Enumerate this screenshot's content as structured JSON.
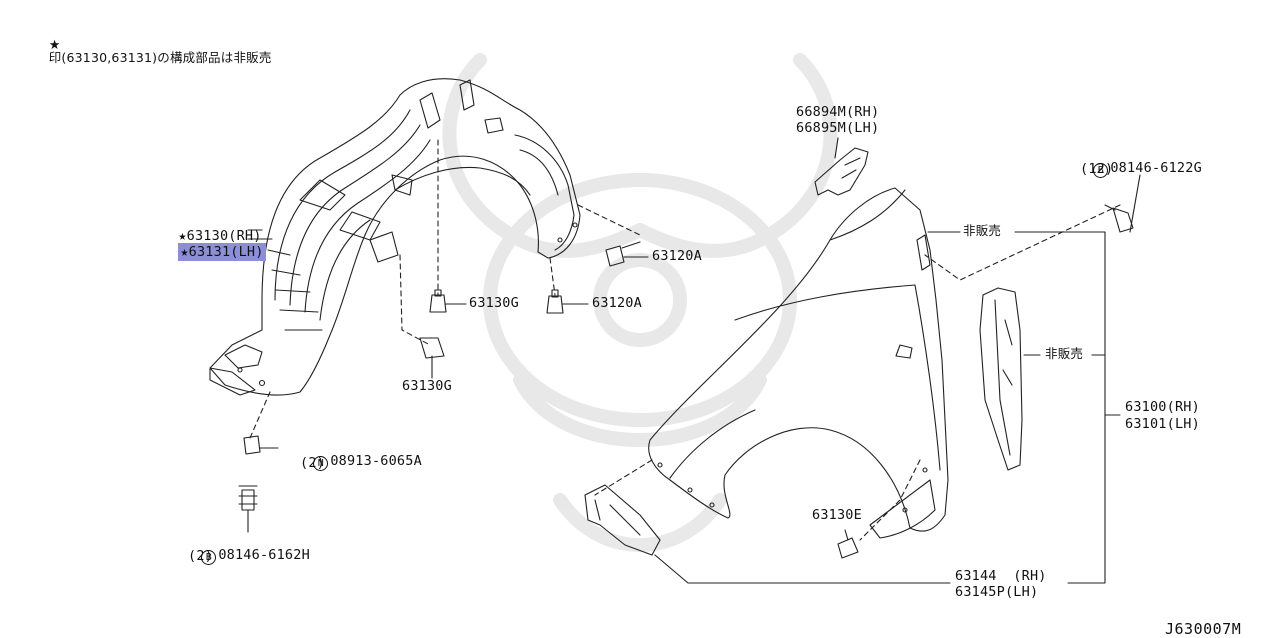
{
  "note": {
    "star": "★",
    "text": "印(63130,63131)の構成部品は非販売"
  },
  "diagram_code": "J630007M",
  "watermark": "samurai-helmet-watermark",
  "parts": {
    "liner_rh": "63130(RH)",
    "liner_lh": "63131(LH)",
    "star": "★",
    "clip_63120a_upper": "63120A",
    "clip_63120a_lower": "63120A",
    "clip_63130g_upper": "63130G",
    "clip_63130g_lower": "63130G",
    "nut_code": "08913-6065A",
    "nut_code_symbol": "N",
    "nut_qty": "(2)",
    "bolt_lower_code": "08146-6162H",
    "bolt_lower_symbol": "B",
    "bolt_lower_qty": "(2)",
    "bolt_upper_code": "08146-6122G",
    "bolt_upper_symbol": "B",
    "bolt_upper_qty": "(12)",
    "bracket_rh": "66894M(RH)",
    "bracket_lh": "66895M(LH)",
    "not_sold_upper": "非販売",
    "not_sold_mid": "非販売",
    "fender_rh": "63100(RH)",
    "fender_lh": "63101(LH)",
    "clip_63130e": "63130E",
    "protector_rh": "63144  (RH)",
    "protector_lh": "63145P(LH)"
  }
}
